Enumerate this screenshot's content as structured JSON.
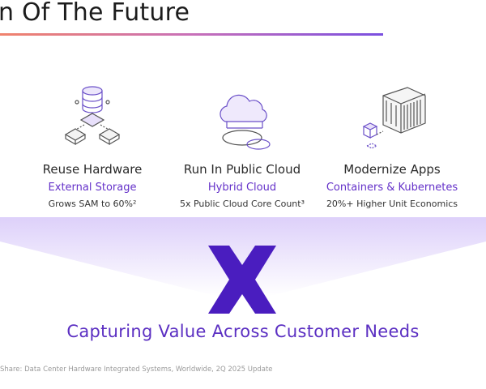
{
  "slide": {
    "title": "n Of The Future",
    "columns": [
      {
        "heading": "Reuse Hardware",
        "subheading": "External Storage",
        "stat": "Grows SAM to 60%²",
        "icon": "storage-database-icon"
      },
      {
        "heading": "Run In Public Cloud",
        "subheading": "Hybrid Cloud",
        "stat": "5x Public Cloud Core Count³",
        "icon": "cloud-icon"
      },
      {
        "heading": "Modernize Apps",
        "subheading": "Containers & Kubernetes",
        "stat": "20%+ Higher Unit Economics",
        "icon": "container-icon"
      }
    ],
    "tagline": "Capturing Value Across Customer Needs",
    "source": "Share: Data Center Hardware Integrated Systems, Worldwide, 2Q 2025 Update"
  },
  "colors": {
    "accent": "#6431c9",
    "logo": "#4a1dbf",
    "funnel": "#e6dcfb"
  }
}
